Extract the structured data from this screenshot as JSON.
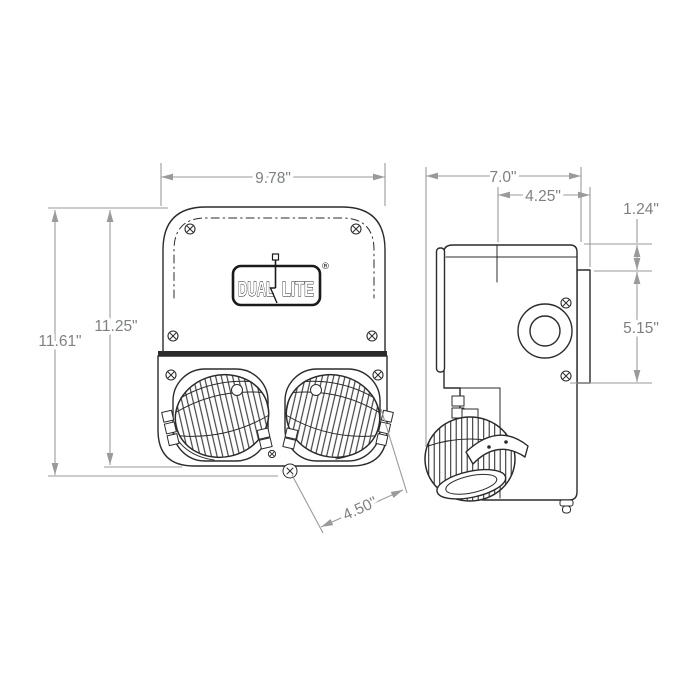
{
  "drawing": {
    "product": "emergency lighting unit line drawing",
    "colors": {
      "line": "#2b2b2b",
      "dimension": "#9a9a9a",
      "dimension_text": "#7e8083",
      "background": "#ffffff"
    },
    "logo": {
      "word_left": "DUAL",
      "word_right": "LITE",
      "registered_mark": "®"
    },
    "front_view": {
      "dims": {
        "width": "9.78\"",
        "overall_height": "11.61\"",
        "housing_height": "11.25\"",
        "head_diameter": "4.50\""
      }
    },
    "side_view": {
      "dims": {
        "overall_depth": "7.0\"",
        "housing_depth": "4.25\"",
        "top_offset": "1.24\"",
        "backplate_height": "5.15\""
      }
    }
  }
}
